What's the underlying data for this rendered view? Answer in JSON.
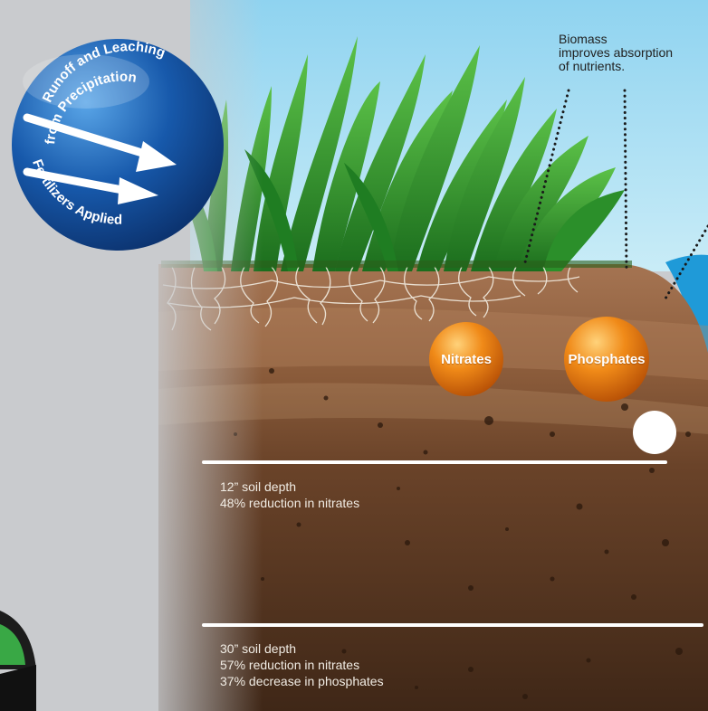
{
  "badge": {
    "line1": "Runoff and Leaching",
    "line2": "from Precipitation",
    "line3": "Fertilizers Applied"
  },
  "callout": {
    "line1": "Biomass",
    "line2": "improves absorption",
    "line3": "of nutrients."
  },
  "nutrients": {
    "nitrates": "Nitrates",
    "phosphates": "Phosphates"
  },
  "depth_12": {
    "depth": "12” soil depth",
    "effect1": "48% reduction in nitrates"
  },
  "depth_30": {
    "depth": "30” soil depth",
    "effect1": "57% reduction in nitrates",
    "effect2": "37% decrease in phosphates"
  },
  "colors": {
    "sky": "#a9dcf2",
    "background_gray": "#c9cbce",
    "grass": "#2f9e2c",
    "topsoil": "#9a6a43",
    "deep_soil": "#4a2f1d",
    "nutrient_orange": "#e77a12",
    "badge_blue": "#1457a6",
    "water": "#1f9ad8"
  }
}
